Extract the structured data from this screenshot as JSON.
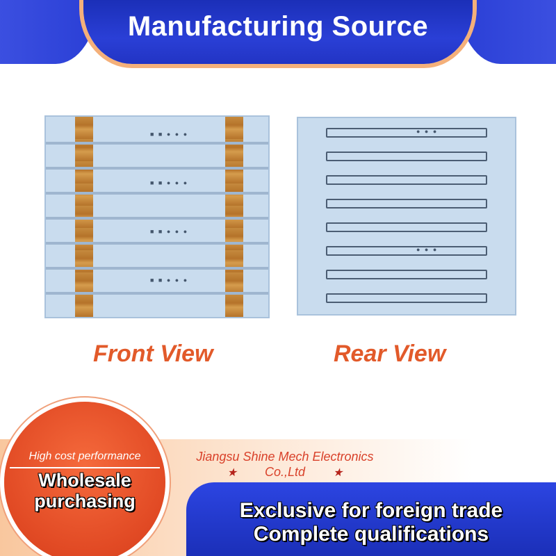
{
  "header": {
    "title": "Manufacturing Source"
  },
  "views": {
    "front_label": "Front View",
    "rear_label": "Rear View"
  },
  "company": {
    "line1": "Jiangsu Shine Mech Electronics",
    "line2": "Co.,Ltd",
    "star": "★"
  },
  "badge": {
    "tagline": "High cost performance",
    "line1": "Wholesale",
    "line2": "purchasing"
  },
  "bottom": {
    "line1": "Exclusive for foreign trade",
    "line2": "Complete qualifications"
  },
  "colors": {
    "brand_blue": "#2a3fd6",
    "accent_orange": "#e25a2a",
    "peach": "#f9c79e"
  }
}
